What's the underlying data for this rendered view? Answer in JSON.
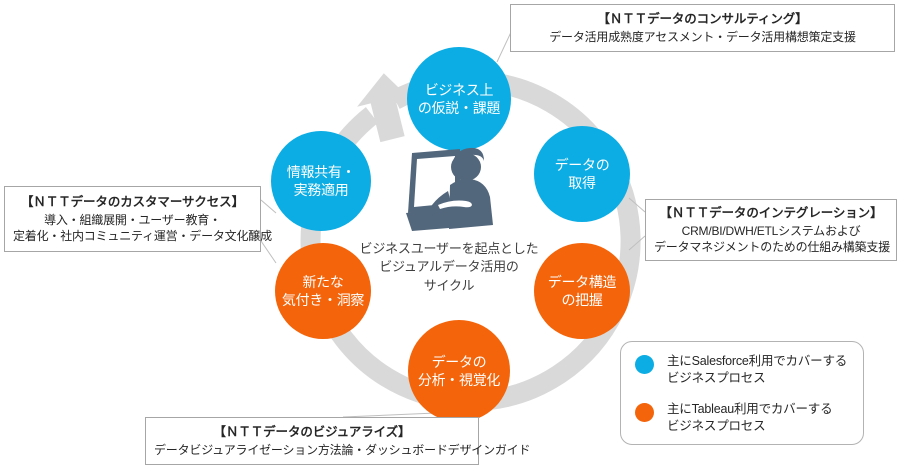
{
  "diagram": {
    "center": {
      "caption_lines": [
        "ビジネスユーザーを起点とした",
        "ビジュアルデータ活用の",
        "サイクル"
      ],
      "icon": "person-at-computer-icon"
    },
    "colors": {
      "blue": "#0CADE4",
      "orange": "#F4640A",
      "ring_gray": "#D9D9D9",
      "box_border": "#A6A6A6",
      "connector": "#BFBFBF"
    },
    "nodes": [
      {
        "id": "hypothesis",
        "color": "blue",
        "lines": [
          "ビジネス上",
          "の仮説・課題"
        ]
      },
      {
        "id": "acquire",
        "color": "blue",
        "lines": [
          "データの",
          "取得"
        ]
      },
      {
        "id": "structure",
        "color": "orange",
        "lines": [
          "データ構造",
          "の把握"
        ]
      },
      {
        "id": "analysis",
        "color": "orange",
        "lines": [
          "データの",
          "分析・視覚化"
        ]
      },
      {
        "id": "insight",
        "color": "orange",
        "lines": [
          "新たな",
          "気付き・洞察"
        ]
      },
      {
        "id": "share",
        "color": "blue",
        "lines": [
          "情報共有・",
          "実務適用"
        ]
      }
    ],
    "callouts": {
      "consulting": {
        "title": "【ＮＴＴデータのコンサルティング】",
        "lines": [
          "データ活用成熟度アセスメント・データ活用構想策定支援"
        ]
      },
      "integration": {
        "title": "【ＮＴＴデータのインテグレーション】",
        "lines": [
          "CRM/BI/DWH/ETLシステムおよび",
          "データマネジメントのための仕組み構築支援"
        ]
      },
      "customer_success": {
        "title": "【ＮＴＴデータのカスタマーサクセス】",
        "lines": [
          "導入・組織展開・ユーザー教育・",
          "定着化・社内コミュニティ運営・データ文化醸成"
        ]
      },
      "visualize": {
        "title": "【ＮＴＴデータのビジュアライズ】",
        "lines": [
          "データビジュアライゼーション方法論・ダッシュボードデザインガイド"
        ]
      }
    },
    "legend": {
      "items": [
        {
          "color": "blue",
          "lines": [
            "主にSalesforce利用でカバーする",
            "ビジネスプロセス"
          ]
        },
        {
          "color": "orange",
          "lines": [
            "主にTableau利用でカバーする",
            "ビジネスプロセス"
          ]
        }
      ]
    }
  }
}
